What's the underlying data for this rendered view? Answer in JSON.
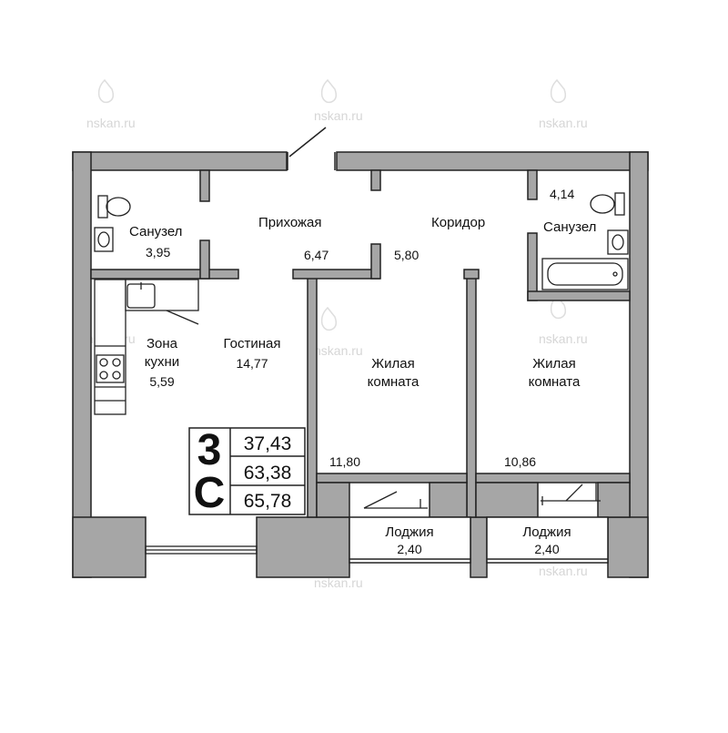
{
  "watermark": {
    "text": "nskan.ru"
  },
  "rooms": {
    "bathroom_left": {
      "name": "Санузел",
      "area": "3,95"
    },
    "hallway": {
      "name": "Прихожая",
      "area": "6,47"
    },
    "corridor": {
      "name": "Коридор",
      "area": "5,80"
    },
    "bathroom_right": {
      "name": "Санузел",
      "area": "4,14"
    },
    "kitchen": {
      "name_line1": "Зона",
      "name_line2": "кухни",
      "area": "5,59"
    },
    "living": {
      "name": "Гостиная",
      "area": "14,77"
    },
    "bedroom_1": {
      "name_line1": "Жилая",
      "name_line2": "комната",
      "area": "11,80"
    },
    "bedroom_2": {
      "name_line1": "Жилая",
      "name_line2": "комната",
      "area": "10,86"
    },
    "loggia_1": {
      "name": "Лоджия",
      "area": "2,40"
    },
    "loggia_2": {
      "name": "Лоджия",
      "area": "2,40"
    }
  },
  "summary": {
    "rooms_count": "3",
    "type_letter": "С",
    "values": [
      "37,43",
      "63,38",
      "65,78"
    ]
  },
  "colors": {
    "wall": "#a6a6a6",
    "line": "#222222",
    "watermark": "#d6d6d6"
  }
}
